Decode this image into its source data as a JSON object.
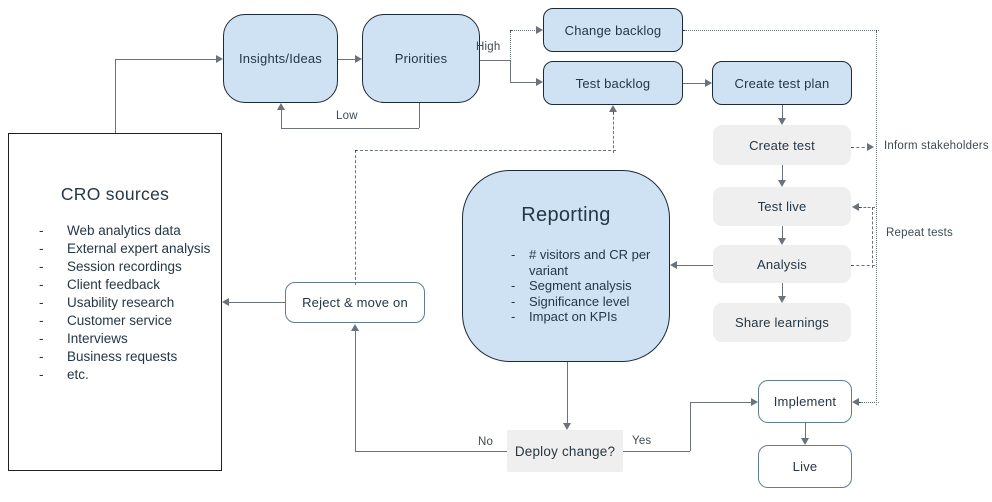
{
  "colors": {
    "blue_fill": "#cfe2f3",
    "blue_border": "#1c2b39",
    "gray_fill": "#efefef",
    "white_box_border": "#5f7d95",
    "cro_border": "#202124",
    "line": "#6a737c",
    "text": "#243746",
    "label_text": "#3f4a52",
    "bg": "#ffffff"
  },
  "nodes": {
    "cro_sources": {
      "title": "CRO sources",
      "items": [
        "Web analytics data",
        "External expert analysis",
        "Session recordings",
        "Client feedback",
        "Usability research",
        "Customer service",
        "Interviews",
        "Business requests",
        "etc."
      ]
    },
    "insights": {
      "label": "Insights/Ideas"
    },
    "priorities": {
      "label": "Priorities"
    },
    "change_backlog": {
      "label": "Change backlog"
    },
    "test_backlog": {
      "label": "Test backlog"
    },
    "create_test_plan": {
      "label": "Create test plan"
    },
    "create_test": {
      "label": "Create test"
    },
    "test_live": {
      "label": "Test live"
    },
    "analysis": {
      "label": "Analysis"
    },
    "share_learnings": {
      "label": "Share learnings"
    },
    "reporting": {
      "title": "Reporting",
      "items": [
        "# visitors and CR per variant",
        "Segment analysis",
        "Significance level",
        "Impact on KPIs"
      ]
    },
    "reject_move_on": {
      "label": "Reject & move on"
    },
    "deploy_change": {
      "label": "Deploy change?"
    },
    "implement": {
      "label": "Implement"
    },
    "live": {
      "label": "Live"
    }
  },
  "edge_labels": {
    "high": "High",
    "low": "Low",
    "no": "No",
    "yes": "Yes",
    "inform_stakeholders": "Inform stakeholders",
    "repeat_tests": "Repeat tests"
  }
}
